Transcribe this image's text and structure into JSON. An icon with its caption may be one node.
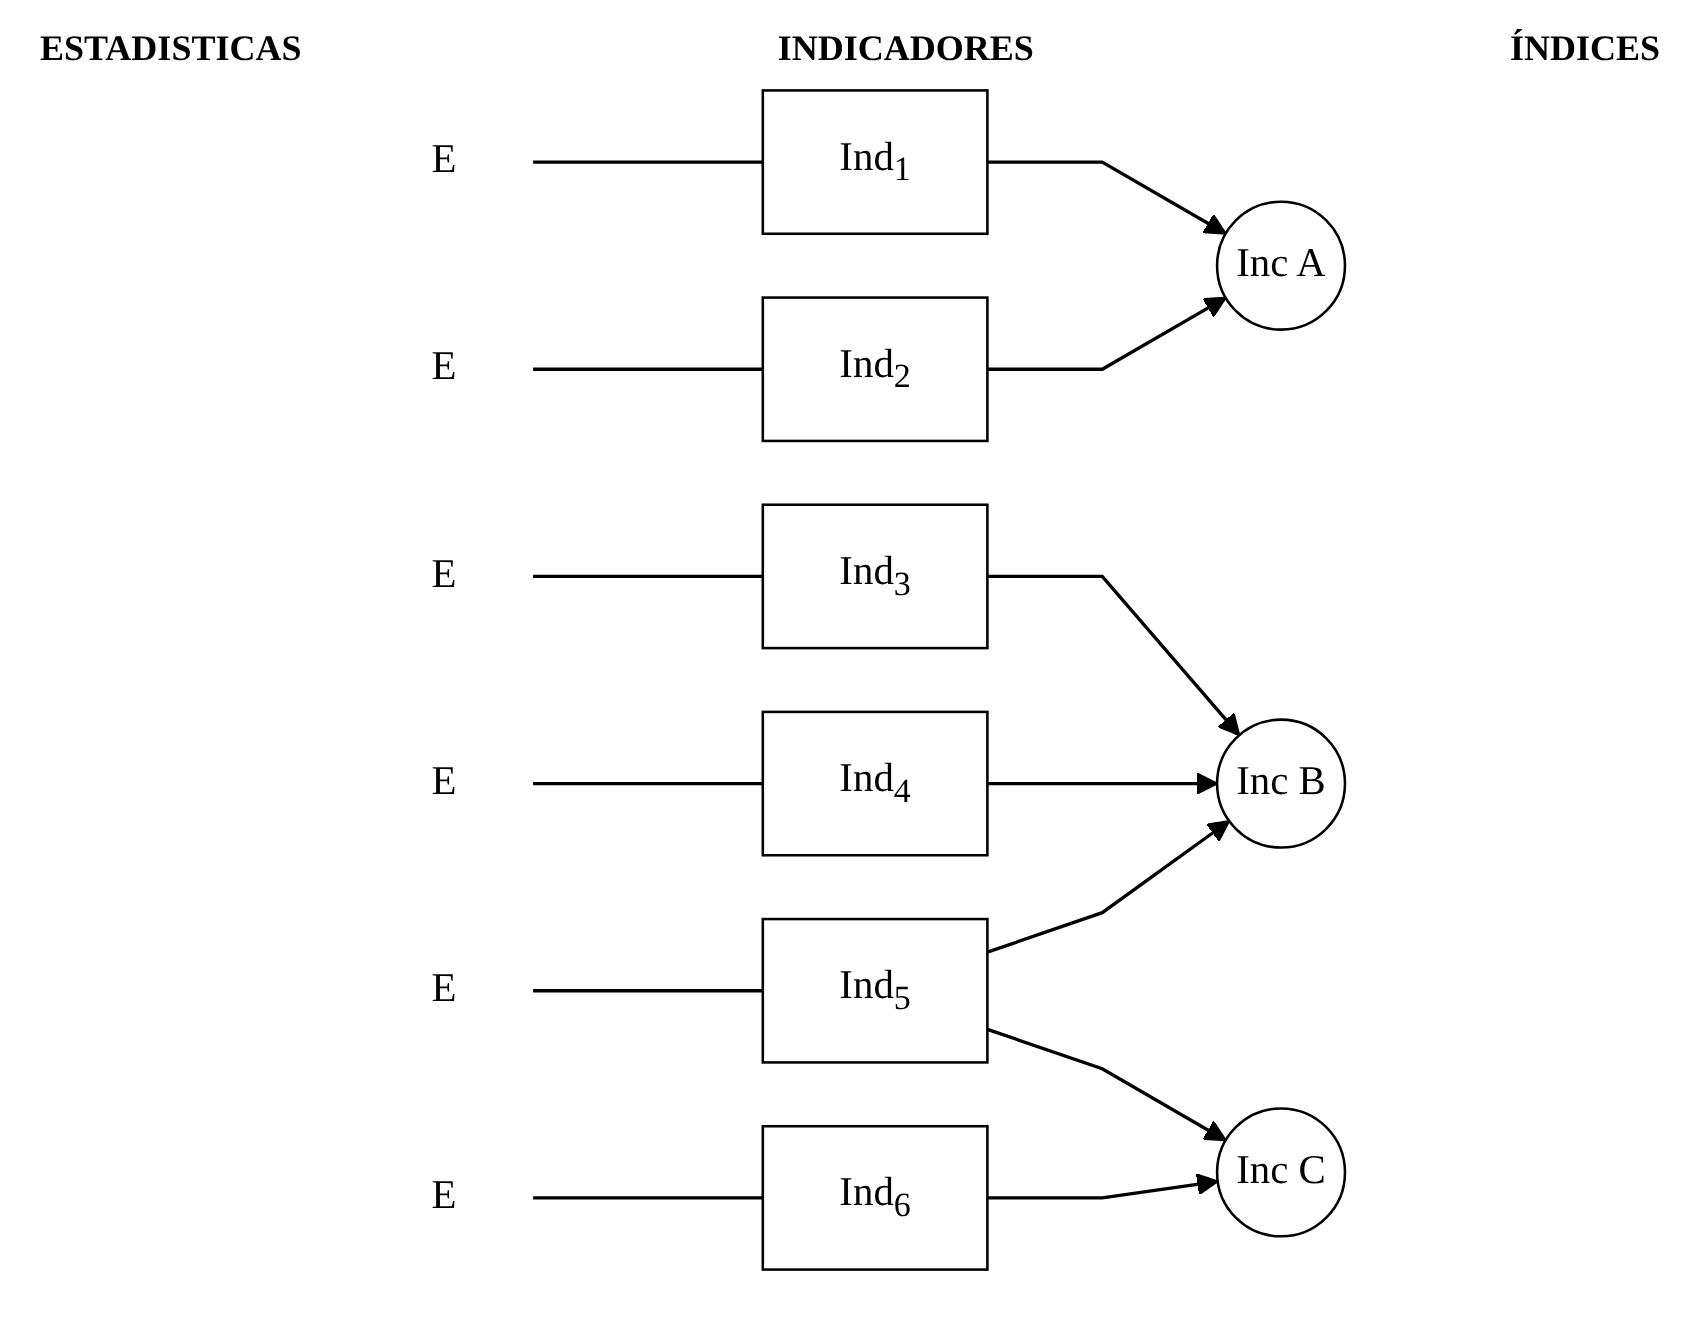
{
  "diagram": {
    "nodes": [
      {
        "text": [
          "E"
        ]
      },
      {
        "text": [
          "E"
        ]
      },
      {
        "text": [
          "E"
        ]
      },
      {
        "text": [
          "E"
        ]
      },
      {
        "text": [
          "E"
        ]
      },
      {
        "text": [
          "E"
        ]
      },
      {
        "text": [
          "Ind$_{1}$"
        ]
      },
      {
        "text": [
          "Ind$_{2}$"
        ]
      },
      {
        "text": [
          "Ind$_{3}$"
        ]
      },
      {
        "text": [
          "Ind$_{4}$"
        ]
      },
      {
        "text": [
          "Ind$_{5}$"
        ]
      },
      {
        "text": [
          "Ind$_{6}$"
        ]
      },
      {
        "text": [
          "Inc A"
        ]
      },
      {
        "text": [
          "Inc B"
        ]
      },
      {
        "text": [
          "Inc C"
        ]
      }
    ],
    "edges": [
      {
        "from": 0,
        "to": 6,
        "arrow": "none"
      },
      {
        "from": 1,
        "to": 7,
        "arrow": "none"
      },
      {
        "from": 2,
        "to": 8,
        "arrow": "none"
      },
      {
        "from": 3,
        "to": 9,
        "arrow": "none"
      },
      {
        "from": 4,
        "to": 10,
        "arrow": "none"
      },
      {
        "from": 5,
        "to": 11,
        "arrow": "none"
      },
      {
        "from": 6,
        "to": 12,
        "arrow": "to"
      },
      {
        "from": 7,
        "to": 12,
        "arrow": "to"
      },
      {
        "from": 8,
        "to": 13,
        "arrow": "to"
      },
      {
        "from": 9,
        "to": 13,
        "arrow": "to"
      },
      {
        "from": 10,
        "to": 13,
        "arrow": "to"
      },
      {
        "from": 10,
        "to": 14,
        "arrow": "to"
      },
      {
        "from": 11,
        "to": 14,
        "arrow": "to"
      }
    ],
    "labels": [
      "ESTADISTICAS",
      "INDICADORES",
      "ÍNDICES"
    ]
  }
}
